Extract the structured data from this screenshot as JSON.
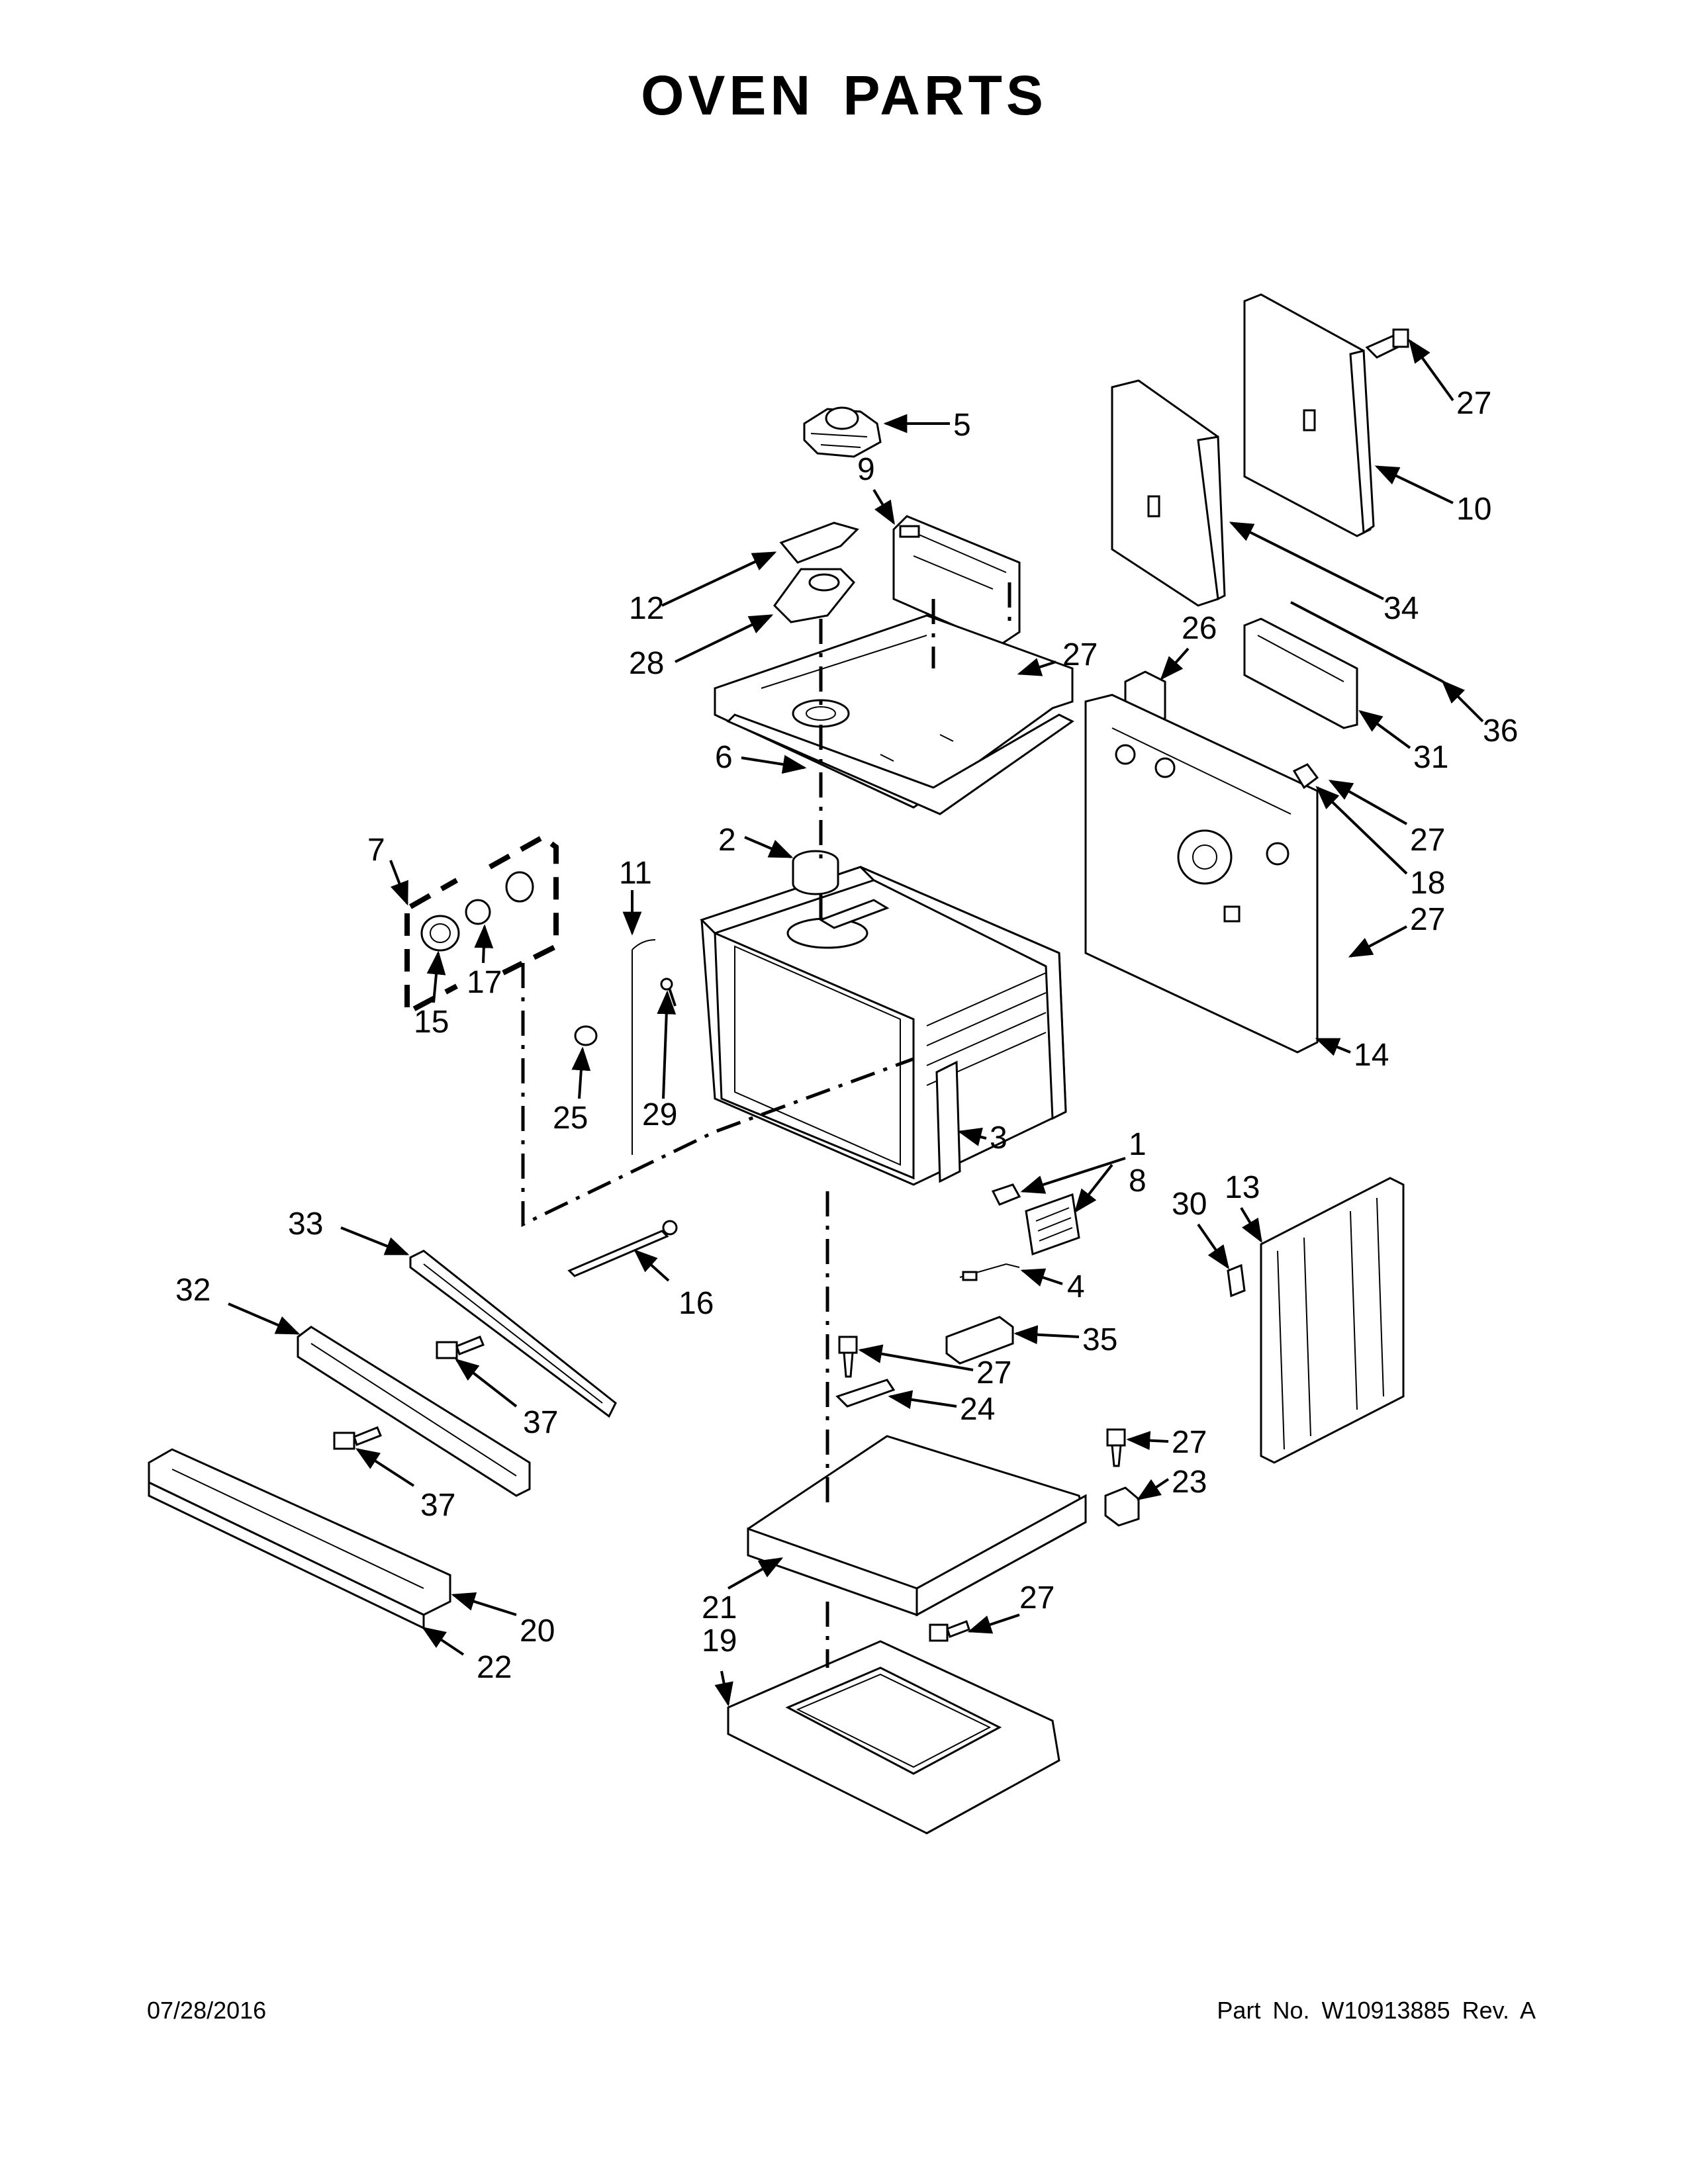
{
  "title": "OVEN PARTS",
  "footer": {
    "date": "07/28/2016",
    "part_number": "Part No.  W10913885  Rev.  A"
  },
  "callouts": {
    "c1": "1",
    "c2": "2",
    "c3": "3",
    "c4": "4",
    "c5": "5",
    "c6": "6",
    "c7": "7",
    "c8": "8",
    "c9": "9",
    "c10": "10",
    "c11": "11",
    "c12": "12",
    "c13": "13",
    "c14": "14",
    "c15": "15",
    "c16": "16",
    "c17": "17",
    "c18": "18",
    "c19": "19",
    "c20": "20",
    "c21": "21",
    "c22": "22",
    "c23": "23",
    "c24": "24",
    "c25": "25",
    "c26": "26",
    "c27": "27",
    "c28": "28",
    "c29": "29",
    "c30": "30",
    "c31": "31",
    "c32": "32",
    "c33": "33",
    "c34": "34",
    "c35": "35",
    "c36": "36",
    "c37": "37"
  }
}
